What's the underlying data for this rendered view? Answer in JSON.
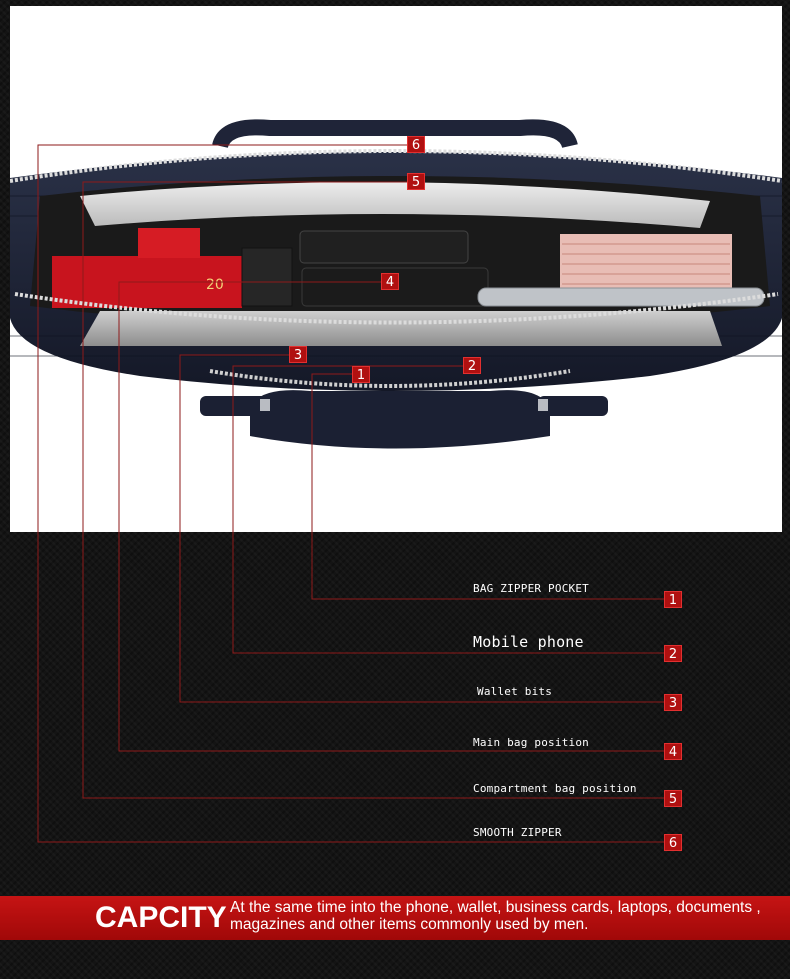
{
  "callouts": [
    {
      "number": "1",
      "label": "BAG ZIPPER POCKET"
    },
    {
      "number": "2",
      "label": "Mobile phone"
    },
    {
      "number": "3",
      "label": "Wallet bits"
    },
    {
      "number": "4",
      "label": "Main bag position"
    },
    {
      "number": "5",
      "label": "Compartment bag position"
    },
    {
      "number": "6",
      "label": "SMOOTH ZIPPER"
    }
  ],
  "product_print": {
    "box_text": "20"
  },
  "banner": {
    "title": "CAPCITY",
    "description": "At the same time into the phone, wallet, business cards, laptops, documents , magazines and other items commonly used by men."
  },
  "colors": {
    "accent": "#b01010",
    "line": "#8e1a1a",
    "bag": "#1e2436"
  }
}
